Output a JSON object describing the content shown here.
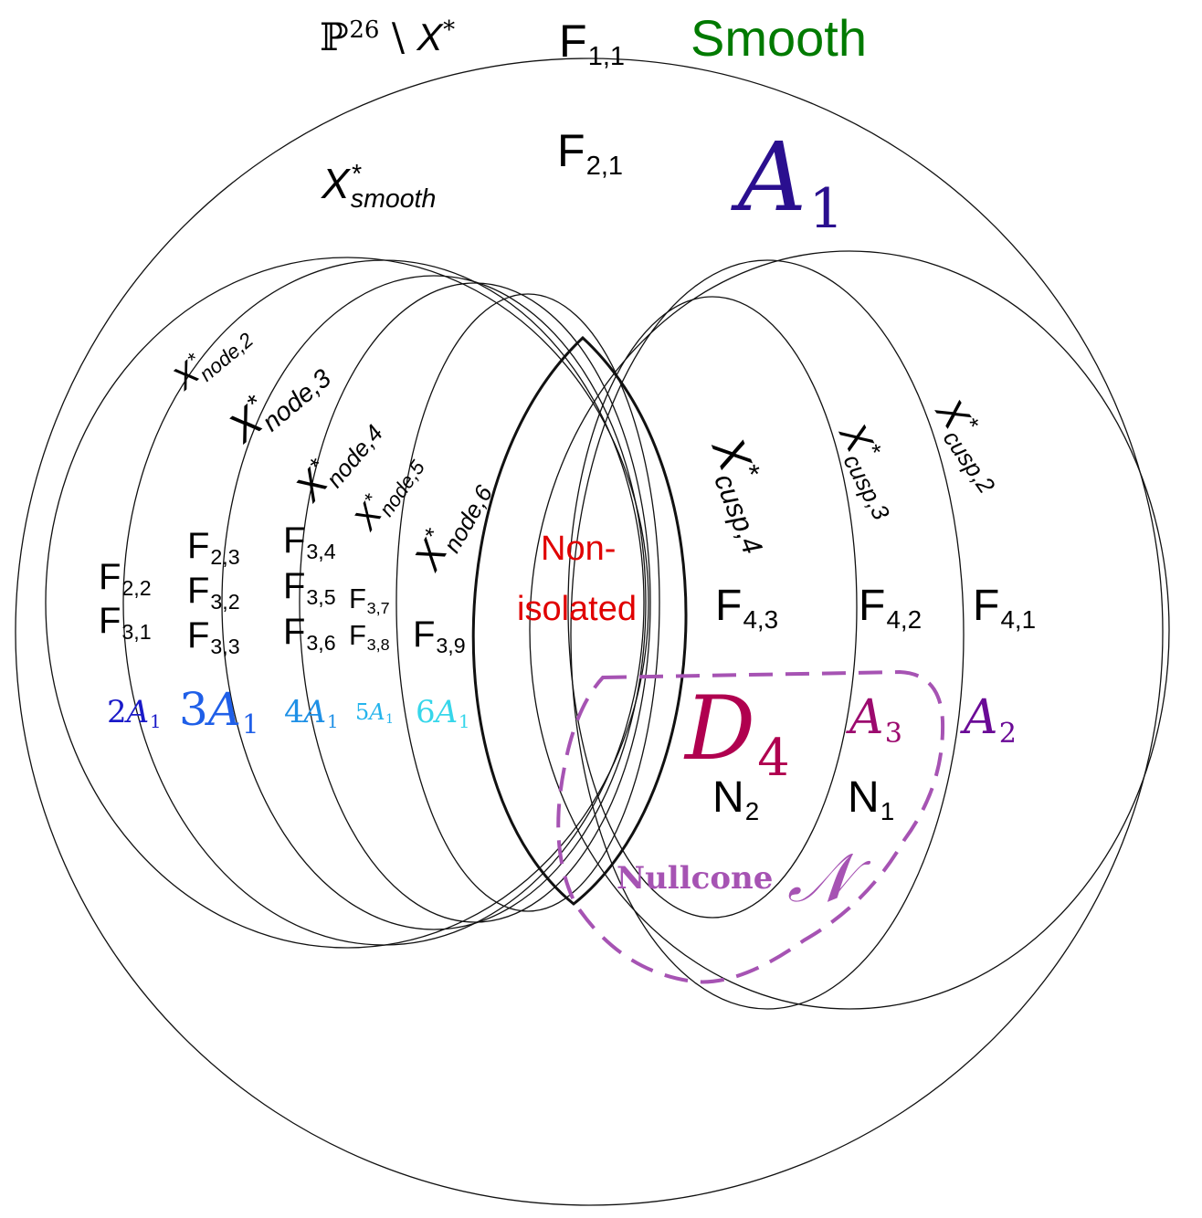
{
  "title_row": {
    "space": {
      "base": "ℙ",
      "exponent": "26",
      "minus": " \\ ",
      "set": "X",
      "star": "*"
    },
    "family": {
      "base": "F",
      "sub": "1,1"
    },
    "smooth": "Smooth"
  },
  "regions": {
    "smooth_space": {
      "base": "X",
      "sup": "*",
      "sub": "smooth"
    },
    "family_2_1": {
      "base": "F",
      "sub": "2,1"
    },
    "a1": {
      "base": "A",
      "sub": "1"
    },
    "node_2": {
      "base": "X",
      "sup": "*",
      "sub": "node,2"
    },
    "node_3": {
      "base": "X",
      "sup": "*",
      "sub": "node,3"
    },
    "node_4": {
      "base": "X",
      "sup": "*",
      "sub": "node,4"
    },
    "node_5": {
      "base": "X",
      "sup": "*",
      "sub": "node,5"
    },
    "node_6": {
      "base": "X",
      "sup": "*",
      "sub": "node,6"
    },
    "cusp_4": {
      "base": "X",
      "sup": "*",
      "sub": "cusp,4"
    },
    "cusp_3": {
      "base": "X",
      "sup": "*",
      "sub": "cusp,3"
    },
    "cusp_2": {
      "base": "X",
      "sup": "*",
      "sub": "cusp,2"
    }
  },
  "families": {
    "f22": {
      "base": "F",
      "sub": "2,2"
    },
    "f31": {
      "base": "F",
      "sub": "3,1"
    },
    "f23": {
      "base": "F",
      "sub": "2,3"
    },
    "f32": {
      "base": "F",
      "sub": "3,2"
    },
    "f33": {
      "base": "F",
      "sub": "3,3"
    },
    "f34": {
      "base": "F",
      "sub": "3,4"
    },
    "f35": {
      "base": "F",
      "sub": "3,5"
    },
    "f36": {
      "base": "F",
      "sub": "3,6"
    },
    "f37": {
      "base": "F",
      "sub": "3,7"
    },
    "f38": {
      "base": "F",
      "sub": "3,8"
    },
    "f39": {
      "base": "F",
      "sub": "3,9"
    },
    "f43": {
      "base": "F",
      "sub": "4,3"
    },
    "f42": {
      "base": "F",
      "sub": "4,2"
    },
    "f41": {
      "base": "F",
      "sub": "4,1"
    },
    "n2": {
      "base": "N",
      "sub": "2"
    },
    "n1": {
      "base": "N",
      "sub": "1"
    }
  },
  "singularities": {
    "two_a1": {
      "coef": "2",
      "base": "A",
      "sub": "1"
    },
    "three_a1": {
      "coef": "3",
      "base": "A",
      "sub": "1"
    },
    "four_a1": {
      "coef": "4",
      "base": "A",
      "sub": "1"
    },
    "five_a1": {
      "coef": "5",
      "base": "A",
      "sub": "1"
    },
    "six_a1": {
      "coef": "6",
      "base": "A",
      "sub": "1"
    },
    "d4": {
      "base": "D",
      "sub": "4"
    },
    "a3": {
      "base": "A",
      "sub": "3"
    },
    "a2": {
      "base": "A",
      "sub": "2"
    }
  },
  "non_isolated": {
    "line1": "Non-",
    "line2": "isolated"
  },
  "nullcone": {
    "label": "Nullcone",
    "symbol": "𝒩"
  },
  "colors": {
    "smooth": "#007a00",
    "a1": "#2a0f8f",
    "two_a1": "#1a1ac8",
    "three_a1": "#1f5fe8",
    "four_a1": "#1e90e6",
    "five_a1": "#25b4ec",
    "six_a1": "#36d6ea",
    "non_isolated": "#e00000",
    "d4": "#b0004f",
    "a3": "#9c0a6e",
    "a2": "#6a0a96",
    "nullcone": "#a653b3"
  }
}
